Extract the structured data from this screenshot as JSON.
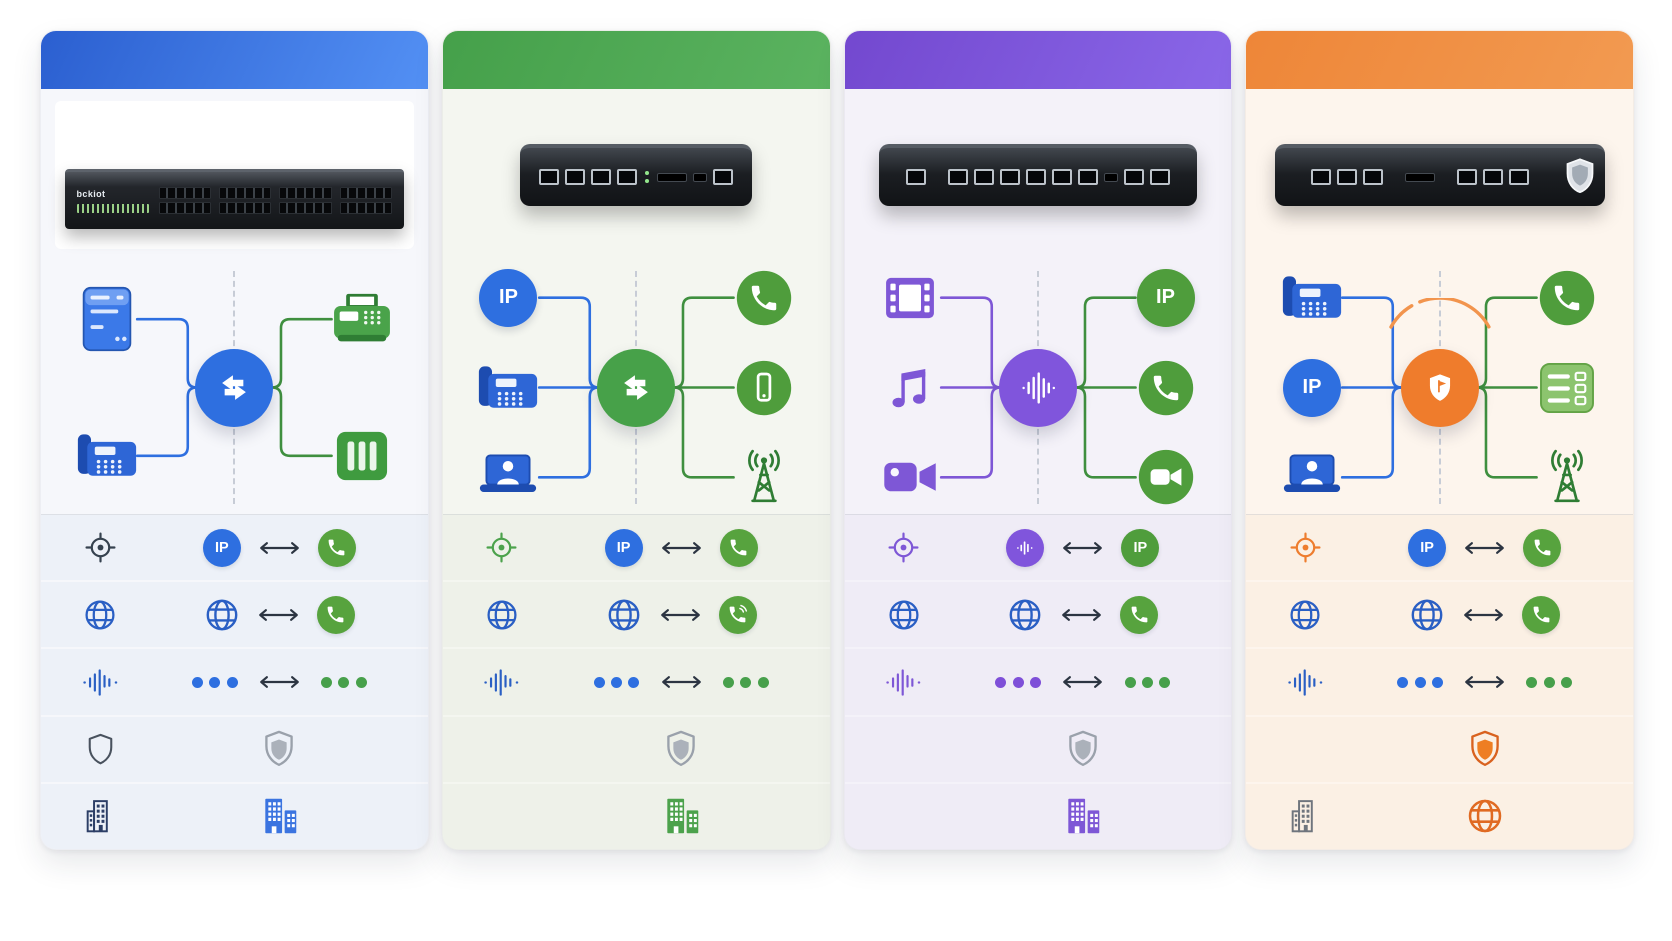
{
  "shared": {
    "ip_label": "IP",
    "arrow_color": "#2c3542",
    "divider_color": "#c7ccd6"
  },
  "cards": [
    {
      "name": "card-rack-switch-48port",
      "header": {
        "color_start": "#2b5fd0",
        "color_end": "#5390f4"
      },
      "body_bg": "#f6f7fb",
      "row_bg": "#edf1f8",
      "device": {
        "icon": "rack-switch-48",
        "brand": "bckiot",
        "ports": 48
      },
      "diagram": {
        "center": "sync-circle|#2e6fe0",
        "left_color": "#2e6fe0",
        "right_color": "#3f8f3f",
        "left": [
          "server|#3b79e8",
          "desk-phone|#2e66d6"
        ],
        "right": [
          "fax|#4aa34a",
          "patch-panel|#3f9b3f"
        ],
        "arc": false
      },
      "rows": [
        {
          "feature": "target|#36424f",
          "center": [
            "badge-ip|#2e6fe0",
            "arrow|#2c3542",
            "badge-phone|#57a33e"
          ]
        },
        {
          "feature": "globe|#2a5fc4",
          "center": [
            "globe|#2a5fc4|36",
            "arrow|#2c3542",
            "badge-phone|#57a33e"
          ]
        },
        {
          "feature": "wave|#2a5fc4",
          "center": [
            "dots|#2e6fe0",
            "arrow|#2c3542",
            "dots|#47a04b"
          ]
        },
        {
          "feature": "shield-outline|#49525e",
          "center": [
            "shield-duo|#9aa1ab|#abb1ba"
          ]
        },
        {
          "feature": "building|#2c3e66",
          "center": [
            "buildings|#3b74e0"
          ]
        }
      ]
    },
    {
      "name": "card-voip-gateway-4port",
      "header": {
        "color_start": "#45a04a",
        "color_end": "#5bb360"
      },
      "body_bg": "#f4f6f0",
      "row_bg": "#eef1e9",
      "device": {
        "icon": "desktop-4port",
        "ports": 4
      },
      "diagram": {
        "center": "sync-circle|#47a149",
        "left_color": "#2e6fe0",
        "right_color": "#3f8f3f",
        "left": [
          "ip-circle|#2e6fe0",
          "desk-phone|#2e66d6",
          "laptop-user|#2e66d6"
        ],
        "right": [
          "phone-circle|#4f9d3c",
          "mobile-circle|#4f9d3c",
          "radio-tower|#2f7d34"
        ],
        "arc": false
      },
      "rows": [
        {
          "feature": "target|#4ca24c",
          "center": [
            "badge-ip|#2e6fe0",
            "arrow|#2c3542",
            "badge-phone|#57a33e"
          ]
        },
        {
          "feature": "globe|#2a5fc4",
          "center": [
            "globe|#2a5fc4|36",
            "arrow|#2c3542",
            "badge-phone-waves|#57a33e"
          ]
        },
        {
          "feature": "wave|#2a5fc4",
          "center": [
            "dots|#2e6fe0",
            "arrow|#2c3542",
            "dots|#47a04b"
          ]
        },
        {
          "feature": "",
          "center": [
            "shield-duo|#9aa1ab|#abb1ba"
          ]
        },
        {
          "feature": "",
          "center": [
            "buildings|#4ca24c"
          ]
        }
      ]
    },
    {
      "name": "card-media-gateway-8port",
      "header": {
        "color_start": "#7348cf",
        "color_end": "#8a67e8"
      },
      "body_bg": "#f4f2f9",
      "row_bg": "#efecf6",
      "device": {
        "icon": "desktop-8port",
        "ports": 8
      },
      "diagram": {
        "center": "wave-circle|#8055dc",
        "left_color": "#7e57d6",
        "right_color": "#3f8f3f",
        "left": [
          "film|#7e57d6",
          "music|#7e57d6",
          "camera|#7e57d6"
        ],
        "right": [
          "ip-circle|#4f9d3c",
          "phone-circle|#4f9d3c",
          "video-circle|#4f9d3c"
        ],
        "arc": false
      },
      "rows": [
        {
          "feature": "target|#7e57d6",
          "center": [
            "badge-wave|#8055dc",
            "arrow|#2c3542",
            "badge-ip|#4f9d3c"
          ]
        },
        {
          "feature": "globe|#2a5fc4",
          "center": [
            "globe|#2a5fc4|36",
            "arrow|#2c3542",
            "badge-phone|#57a33e"
          ]
        },
        {
          "feature": "wave|#7e57d6",
          "center": [
            "dots|#7e4fd8",
            "arrow|#2c3542",
            "dots|#47a04b"
          ]
        },
        {
          "feature": "",
          "center": [
            "shield-duo|#9aa1ab|#abb1ba"
          ]
        },
        {
          "feature": "",
          "center": [
            "buildings|#7e57d6"
          ]
        }
      ]
    },
    {
      "name": "card-secure-gateway",
      "header": {
        "color_start": "#ee8638",
        "color_end": "#f29a51"
      },
      "body_bg": "#fdf5ed",
      "row_bg": "#fbf0e4",
      "device": {
        "icon": "gateway-shield",
        "ports": 6
      },
      "diagram": {
        "center": "shield-circle|#ef7c2c",
        "left_color": "#2e6fe0",
        "right_color": "#3f8f3f",
        "left": [
          "desk-phone|#2e66d6",
          "ip-circle|#2e6fe0",
          "laptop-user|#2e66d6"
        ],
        "right": [
          "phone-circle|#4f9d3c",
          "server-list|#8cc46e",
          "radio-tower|#2f7d34"
        ],
        "arc": true
      },
      "rows": [
        {
          "feature": "target|#ee7d2e",
          "center": [
            "badge-ip|#2e6fe0",
            "arrow|#2c3542",
            "badge-phone|#57a33e"
          ]
        },
        {
          "feature": "globe|#2a5fc4",
          "center": [
            "globe|#2a5fc4|36",
            "arrow|#2c3542",
            "badge-phone|#57a33e"
          ]
        },
        {
          "feature": "wave|#2a5fc4",
          "center": [
            "dots|#2e6fe0",
            "arrow|#2c3542",
            "dots|#47a04b"
          ]
        },
        {
          "feature": "",
          "center": [
            "shield-duo|#d9621f|#ee7e23"
          ]
        },
        {
          "feature": "building|#6f757d",
          "center": [
            "globe|#e06a22|38"
          ]
        }
      ]
    }
  ]
}
